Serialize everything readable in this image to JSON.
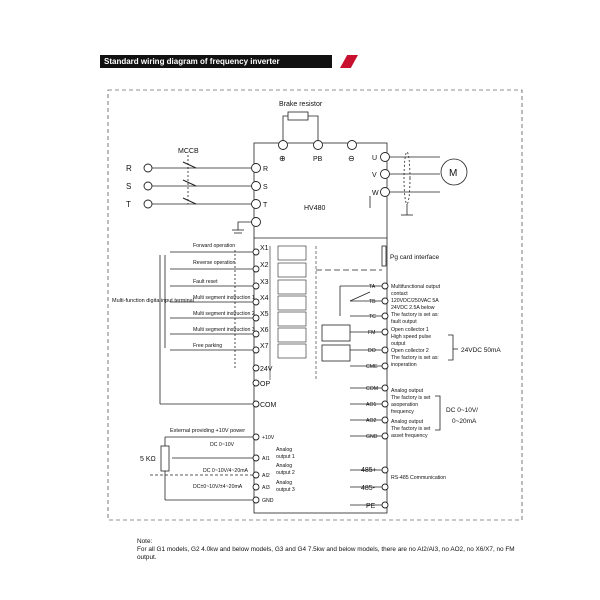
{
  "header": {
    "title": "Standard wiring diagram of frequency inverter"
  },
  "colors": {
    "banner_bg": "#111111",
    "banner_accent": "#c8102e",
    "line": "#222222"
  },
  "power": {
    "brake_resistor": "Brake resistor",
    "mccb": "MCCB",
    "inputs": [
      "R",
      "S",
      "T"
    ],
    "dc_terminals": [
      "⊕",
      "PB",
      "⊖"
    ],
    "motor_terminals": [
      "U",
      "V",
      "W"
    ],
    "motor_symbol": "M",
    "model": "HV480"
  },
  "left_terminals": {
    "group_label": "Multi-function digita input terminal",
    "functions": [
      "Forward operation",
      "Reverse operation",
      "Fault reset",
      "Multi segment instruction 1",
      "Multi segment instruction 2",
      "Multi segment instruction 3",
      "Free parking"
    ],
    "names": [
      "X1",
      "X2",
      "X3",
      "X4",
      "X5",
      "X6",
      "X7",
      "24V",
      "OP",
      "COM"
    ]
  },
  "analog_in": {
    "power_label": "External providing +10V power",
    "pot_label": "5 KΩ",
    "terminals": [
      "+10V",
      "AI1",
      "AI2",
      "AI3",
      "GND"
    ],
    "ranges": [
      "DC 0~10V",
      "DC 0~10V/4~20mA",
      "DC±0~10V/±4~20mA"
    ],
    "ai1_label": [
      "Analog",
      "output 1"
    ],
    "ai2_label": [
      "Analog",
      "output 2"
    ],
    "ai3_label": [
      "Analog",
      "output 3"
    ]
  },
  "right_side": {
    "pg_card": "Pg card interface",
    "relay_terminals": [
      "TA",
      "TB",
      "TC"
    ],
    "relay_desc": [
      "Multifunctional output",
      "contact",
      "120VDC/250VAC 5A",
      "24VDC 2.5A below",
      "The factory is set as:",
      "fault output"
    ],
    "fm_terminal": "FM",
    "fm_desc": [
      "Open collector 1",
      "High speed pulse",
      "output"
    ],
    "do_terminal": "DO",
    "do_desc": [
      "Open collector 2",
      "The factory is set as:",
      "inoperation"
    ],
    "cme_terminal": "CME",
    "supply_label": "24VDC 50mA",
    "com_terminal": "COM",
    "com_label": "Analog output",
    "ao1_terminal": "AO1",
    "ao1_desc": [
      "The factory is set",
      "asoperation",
      "frequency"
    ],
    "ao2_terminal": "AO2",
    "ao2_desc": [
      "Analog output",
      "The factory is set",
      "asset frequency"
    ],
    "gnd_terminal": "GND",
    "ao_range": [
      "DC 0~10V/",
      "0~20mA"
    ],
    "rs485_plus": "485+",
    "rs485_minus": "485-",
    "rs485_label": "RS-485 Communication",
    "pe": "PE"
  },
  "note": {
    "title": "Note:",
    "lines": [
      "For all G1 models, G2 4.0kw and below models, G3 and G4 7.5kw and below models, there are no AI2/AI3, no AO2, no X6/X7, no FM output."
    ]
  }
}
